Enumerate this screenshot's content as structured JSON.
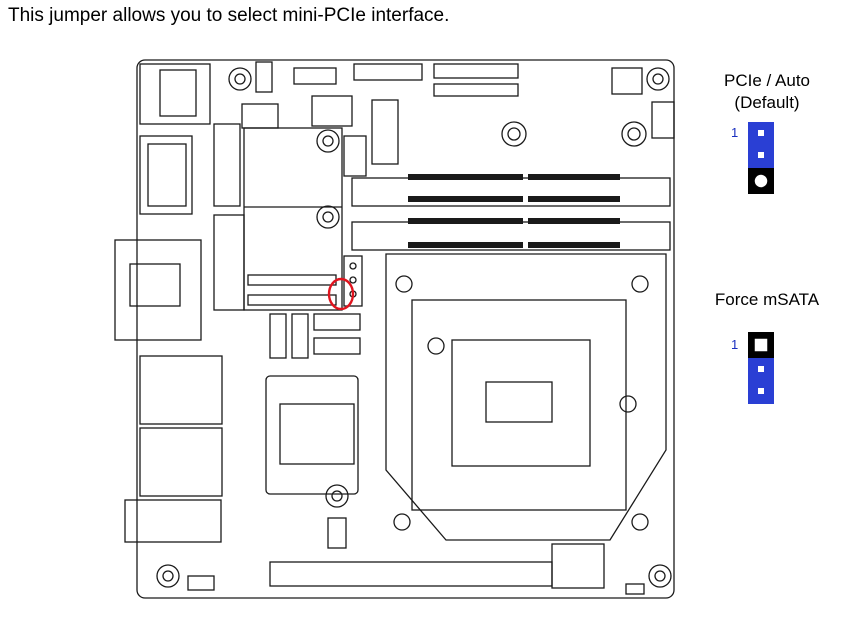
{
  "caption": "This jumper allows you to select mini-PCIe interface.",
  "settings": [
    {
      "label_line1": "PCIe / Auto",
      "label_line2": "(Default)",
      "pin_label": "1",
      "jumpered_pins": [
        1,
        2
      ]
    },
    {
      "label_line1": "Force mSATA",
      "label_line2": "",
      "pin_label": "1",
      "jumpered_pins": [
        2,
        3
      ]
    }
  ],
  "colors": {
    "jumper_cap": "#2a3fd4",
    "highlight_circle": "#e0141e",
    "line": "#1a1a1a"
  }
}
